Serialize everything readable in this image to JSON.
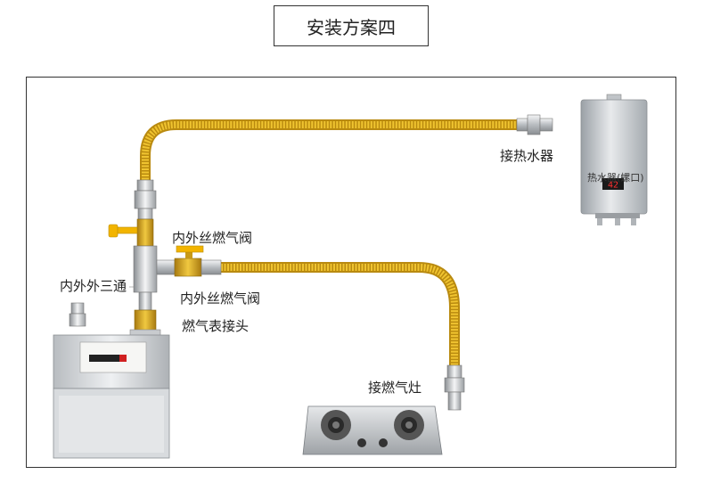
{
  "title": "安装方案四",
  "labels": {
    "heater_connect": "接热水器",
    "valve_upper": "内外丝燃气阀",
    "tee": "内外外三通",
    "valve_lower": "内外丝燃气阀",
    "meter_joint": "燃气表接头",
    "stove_connect": "接燃气灶",
    "heater_name": "热水器(螺口)"
  },
  "heater_display": "42",
  "colors": {
    "hose_yellow": "#e8b820",
    "hose_dark": "#b98a10",
    "brass": "#d9a520",
    "steel": "#c8ccd0",
    "valve_handle": "#f2b400"
  }
}
